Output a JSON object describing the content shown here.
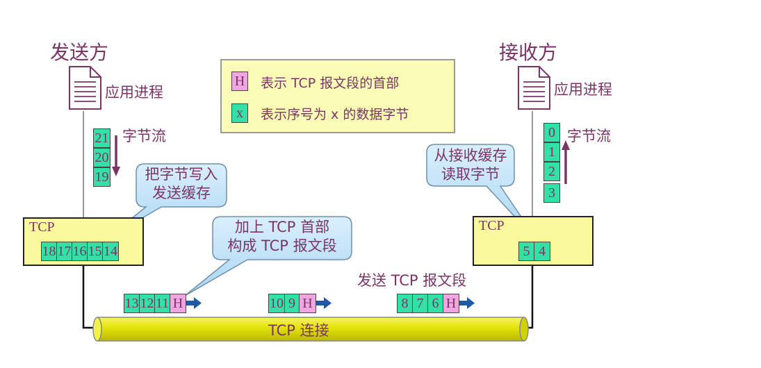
{
  "sender": {
    "title": "发送方",
    "process_label": "应用进程",
    "stream_label": "字节流",
    "stream_bytes": [
      "21",
      "20",
      "19"
    ],
    "tcp_label": "TCP",
    "buffer_bytes": [
      "18",
      "17",
      "16",
      "15",
      "14"
    ]
  },
  "receiver": {
    "title": "接收方",
    "process_label": "应用进程",
    "stream_label": "字节流",
    "stream_bytes": [
      "0",
      "1",
      "2",
      "3"
    ],
    "tcp_label": "TCP",
    "buffer_bytes": [
      "5",
      "4"
    ]
  },
  "legend": {
    "h_symbol": "H",
    "h_text": "表示 TCP 报文段的首部",
    "x_symbol": "x",
    "x_text": "表示序号为 x 的数据字节"
  },
  "callouts": {
    "write_line1": "把字节写入",
    "write_line2": "发送缓存",
    "header_line1": "加上 TCP 首部",
    "header_line2": "构成 TCP 报文段",
    "read_line1": "从接收缓存",
    "read_line2": "读取字节"
  },
  "segments": {
    "label": "发送 TCP 报文段",
    "seg1": [
      "13",
      "12",
      "11",
      "H"
    ],
    "seg2": [
      "10",
      "9",
      "H"
    ],
    "seg3": [
      "8",
      "7",
      "6",
      "H"
    ]
  },
  "connection": {
    "label": "TCP 连接"
  },
  "colors": {
    "data_byte": "#33e0a6",
    "header": "#f0a6e0",
    "tcp_box": "#fafa9c",
    "pipe": "#e6e60a",
    "bubble": "#bde3f8",
    "text": "#7a3566",
    "arrow": "#1f5aa6"
  },
  "icons": {
    "document": "document-icon",
    "arrow": "right-arrow-icon"
  }
}
